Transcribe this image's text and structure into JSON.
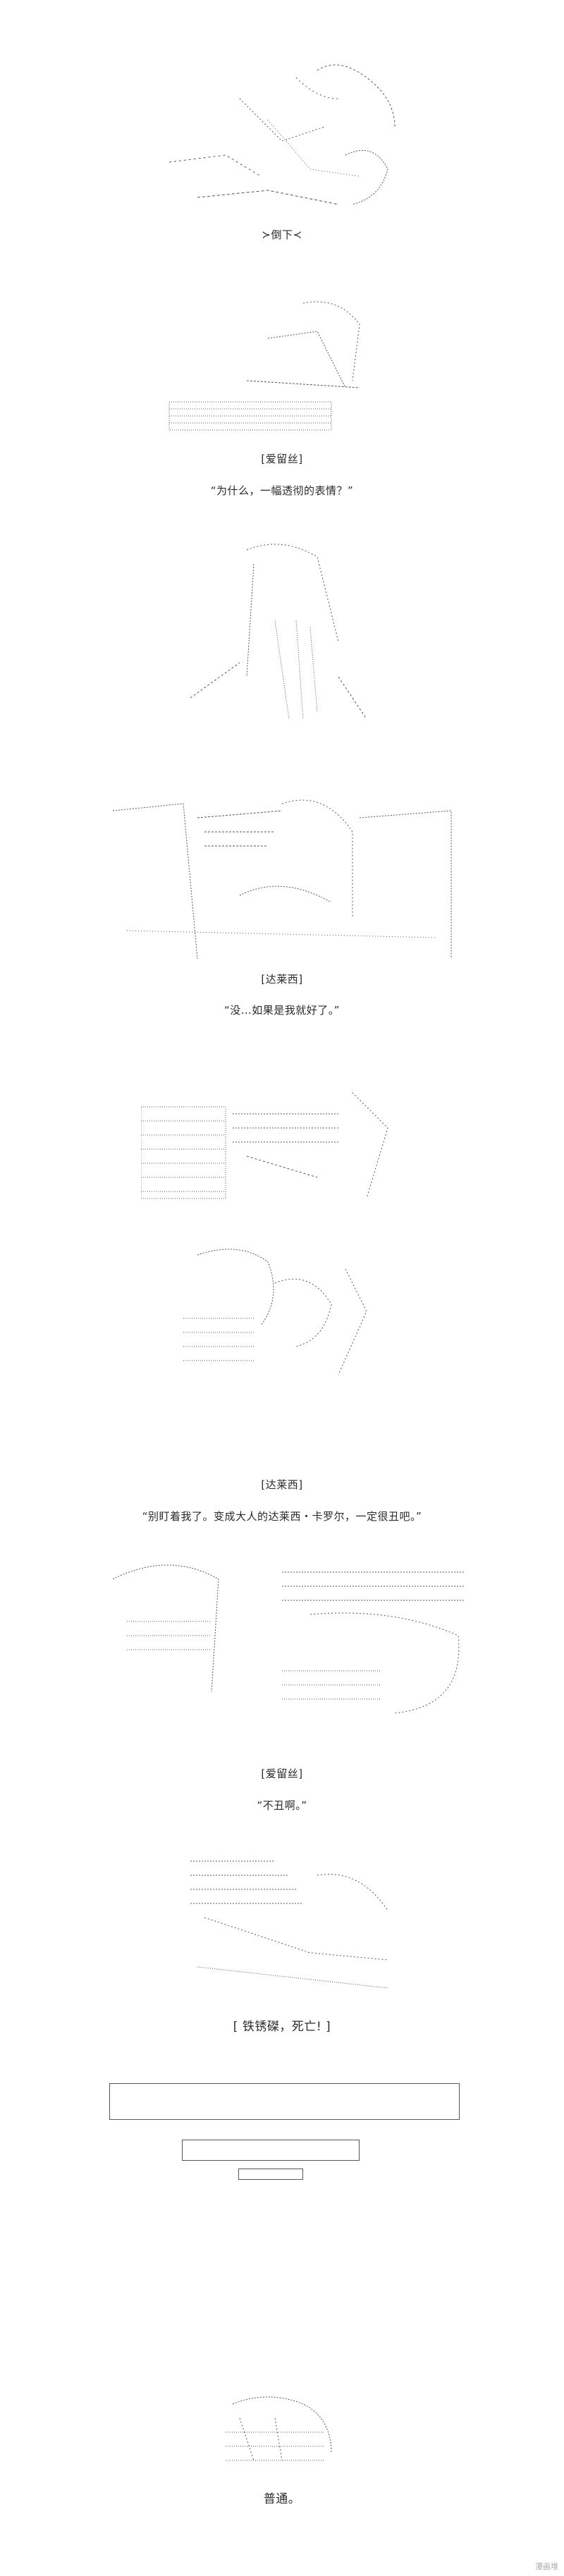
{
  "panels": [
    {
      "id": "p1",
      "caption": "≻倒下≺"
    },
    {
      "id": "p2",
      "speaker": "[爱留丝]",
      "line": "“为什么，一幅透彻的表情？”"
    },
    {
      "id": "p4",
      "speaker": "[达莱西]",
      "line": "“没…如果是我就好了。”"
    },
    {
      "id": "p6",
      "speaker": "[达莱西]",
      "line": "“别盯着我了。变成大人的达莱西・卡罗尔，一定很丑吧。”"
    },
    {
      "id": "p7",
      "speaker": "[爱留丝]",
      "line": "“不丑啊。”"
    },
    {
      "id": "p8",
      "speaker": "[ 铁锈磔，死亡! ]"
    },
    {
      "id": "p10",
      "caption": "普通。"
    }
  ],
  "watermark": "漫画堆"
}
